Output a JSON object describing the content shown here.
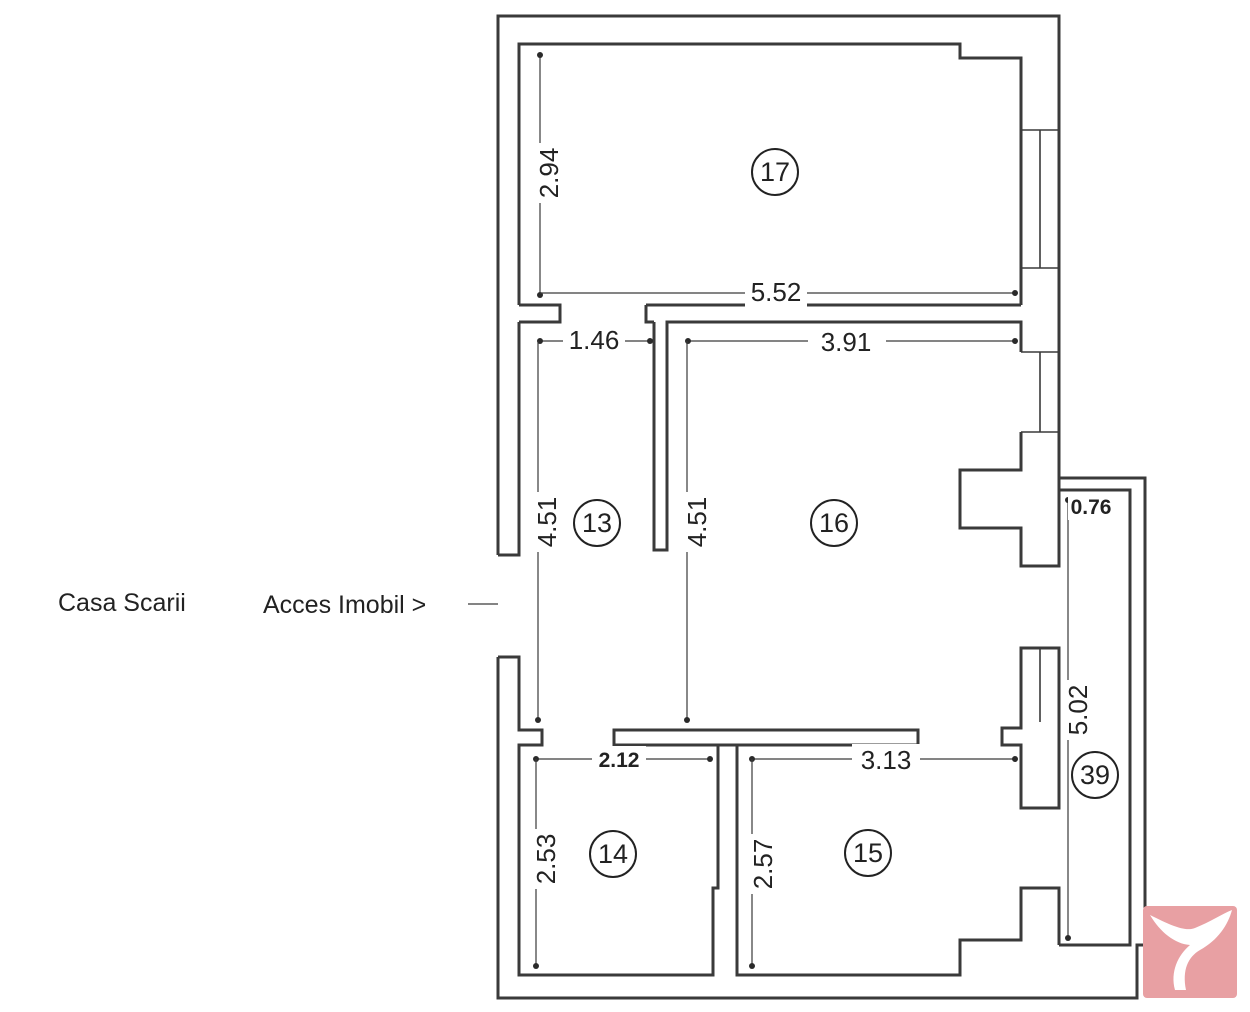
{
  "labels": {
    "stairwell": "Casa Scarii",
    "access": "Acces Imobil >"
  },
  "rooms": [
    {
      "id": "17"
    },
    {
      "id": "13"
    },
    {
      "id": "16"
    },
    {
      "id": "14"
    },
    {
      "id": "15"
    },
    {
      "id": "39"
    }
  ],
  "dimensions": {
    "r17_height": "2.94",
    "r17_width": "5.52",
    "r13_width": "1.46",
    "r16_width": "3.91",
    "r13_height": "4.51",
    "r16_height": "4.51",
    "r39_width": "0.76",
    "r39_height": "5.02",
    "r14_width": "2.12",
    "r15_width": "3.13",
    "r14_height": "2.53",
    "r15_height": "2.57"
  },
  "colors": {
    "wall": "#3a3a3a",
    "logo": "#e8a0a3"
  },
  "icons": {
    "logo": "bird-logo-icon"
  }
}
